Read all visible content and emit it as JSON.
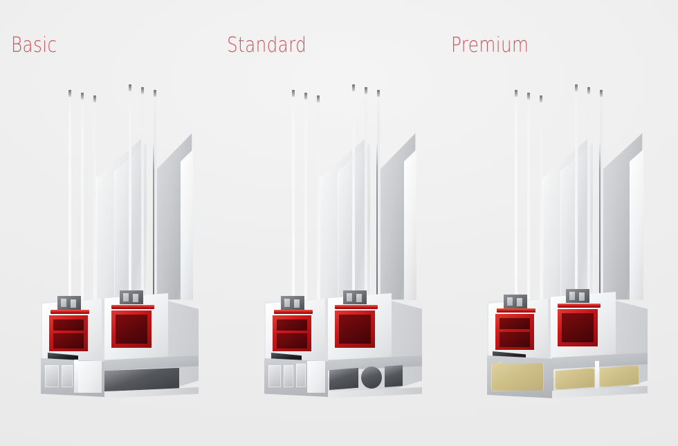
{
  "page": {
    "background_color": "#efefef",
    "accent_color": "#c9555a",
    "kind": "product-comparison-render",
    "subject": "uPVC window profile cross-sections"
  },
  "labels": [
    {
      "text": "Basic",
      "color": "#c9555a"
    },
    {
      "text": "Standard",
      "color": "#c9555a"
    },
    {
      "text": "Premium",
      "color": "#c9555a"
    }
  ],
  "units": [
    {
      "name": "Basic",
      "glazing_panes": 3,
      "sashes": 2,
      "reinforcement_color": "#c5171a",
      "frame_color": "#f1f2f3",
      "insulation": false,
      "insulation_color": null,
      "base_chamber": "open-hollow"
    },
    {
      "name": "Standard",
      "glazing_panes": 3,
      "sashes": 2,
      "reinforcement_color": "#c5171a",
      "frame_color": "#f1f2f3",
      "insulation": false,
      "insulation_color": null,
      "base_chamber": "multi-chamber"
    },
    {
      "name": "Premium",
      "glazing_panes": 3,
      "sashes": 2,
      "reinforcement_color": "#c5171a",
      "frame_color": "#f1f2f3",
      "insulation": true,
      "insulation_color": "#cfc08a",
      "base_chamber": "foam-filled"
    }
  ]
}
